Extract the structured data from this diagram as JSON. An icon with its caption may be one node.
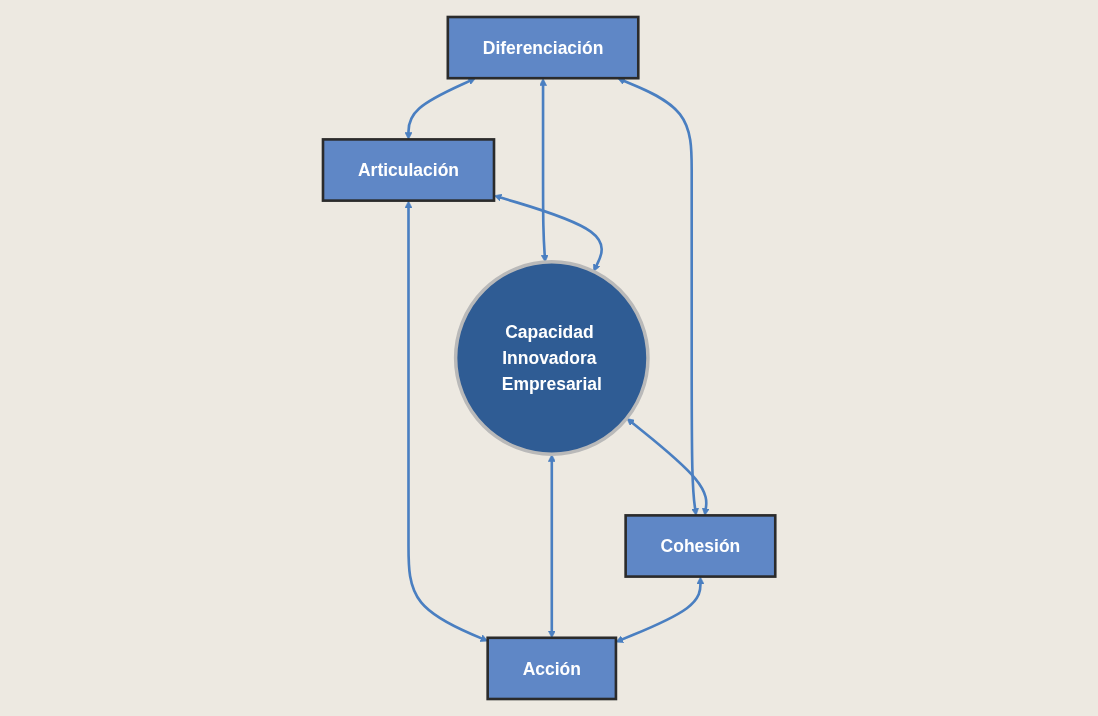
{
  "diagram": {
    "nodes": [
      {
        "text": [
          "Diferenciación"
        ]
      },
      {
        "text": [
          "Articulación"
        ]
      },
      {
        "text": [
          "Capacidad Innovadora Empresarial"
        ]
      },
      {
        "text": [
          "Cohesión"
        ]
      },
      {
        "text": [
          "Acción"
        ]
      }
    ],
    "edges": [
      {
        "from": 0,
        "to": 1,
        "arrow": "both"
      },
      {
        "from": 0,
        "to": 2,
        "arrow": "both"
      },
      {
        "from": 0,
        "to": 3,
        "arrow": "both"
      },
      {
        "from": 1,
        "to": 2,
        "arrow": "both"
      },
      {
        "from": 2,
        "to": 3,
        "arrow": "both"
      },
      {
        "from": 1,
        "to": 4,
        "arrow": "both"
      },
      {
        "from": 2,
        "to": 4,
        "arrow": "both"
      },
      {
        "from": 3,
        "to": 4,
        "arrow": "both"
      }
    ]
  }
}
